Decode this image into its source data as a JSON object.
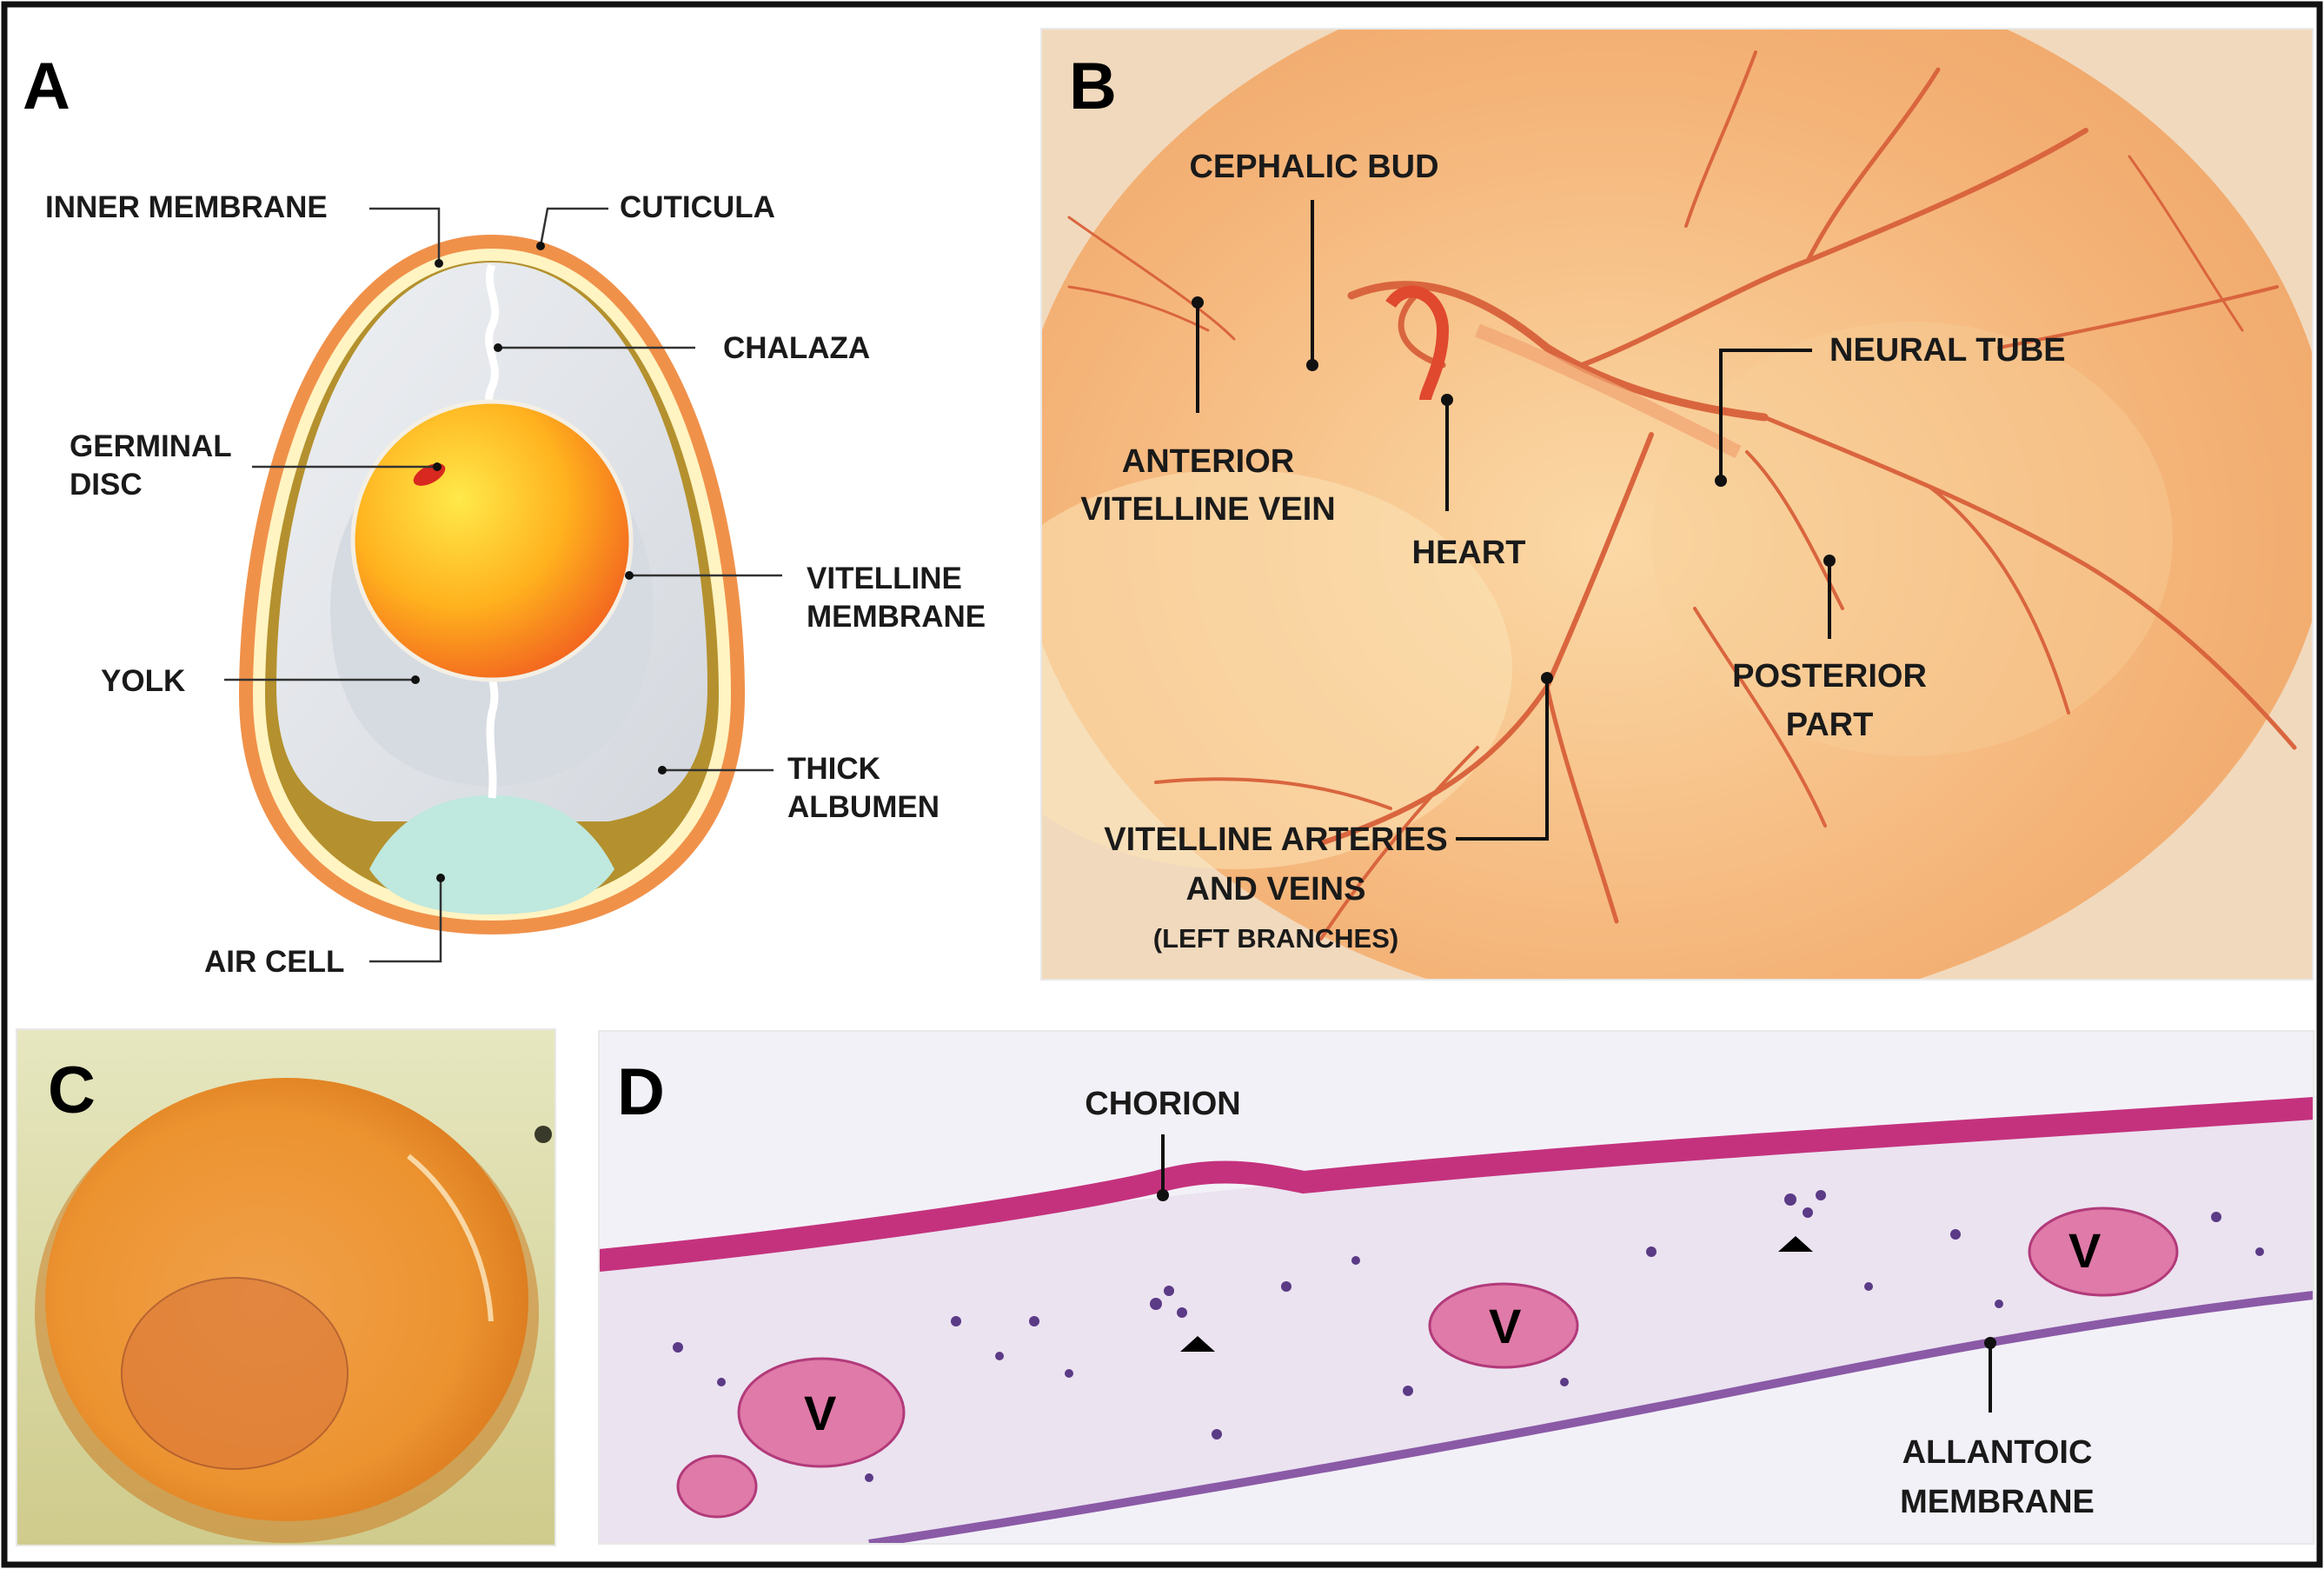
{
  "panel_a": {
    "letter": "A",
    "labels": {
      "inner_membrane": "INNER MEMBRANE",
      "cuticula": "CUTICULA",
      "chalaza": "CHALAZA",
      "germinal_disc_1": "GERMINAL",
      "germinal_disc_2": "DISC",
      "vitelline_membrane_1": "VITELLINE",
      "vitelline_membrane_2": "MEMBRANE",
      "yolk": "YOLK",
      "thick_albumen_1": "THICK",
      "thick_albumen_2": "ALBUMEN",
      "air_cell": "AIR CELL"
    }
  },
  "panel_b": {
    "letter": "B",
    "labels": {
      "cephalic_bud": "CEPHALIC BUD",
      "neural_tube": "NEURAL TUBE",
      "anterior_vitelline_vein_1": "ANTERIOR",
      "anterior_vitelline_vein_2": "VITELLINE VEIN",
      "heart": "HEART",
      "posterior_part_1": "POSTERIOR",
      "posterior_part_2": "PART",
      "vitelline_1": "VITELLINE ARTERIES",
      "vitelline_2": "AND VEINS",
      "vitelline_3": "(LEFT BRANCHES)"
    }
  },
  "panel_c": {
    "letter": "C"
  },
  "panel_d": {
    "letter": "D",
    "labels": {
      "chorion": "CHORION",
      "allantoic_1": "ALLANTOIC",
      "allantoic_2": "MEMBRANE",
      "vessel": "V"
    }
  },
  "colors": {
    "shell": "#f0914a",
    "yolk": "#ffb21e",
    "albumen": "#e3e6ea",
    "air_cell": "#bfe8de",
    "embryo_bg": "#f4b276",
    "vessel": "#d9653e",
    "histo_bg": "#f3f1f8",
    "chorion": "#c4327e",
    "nuclei": "#5b3a86"
  }
}
